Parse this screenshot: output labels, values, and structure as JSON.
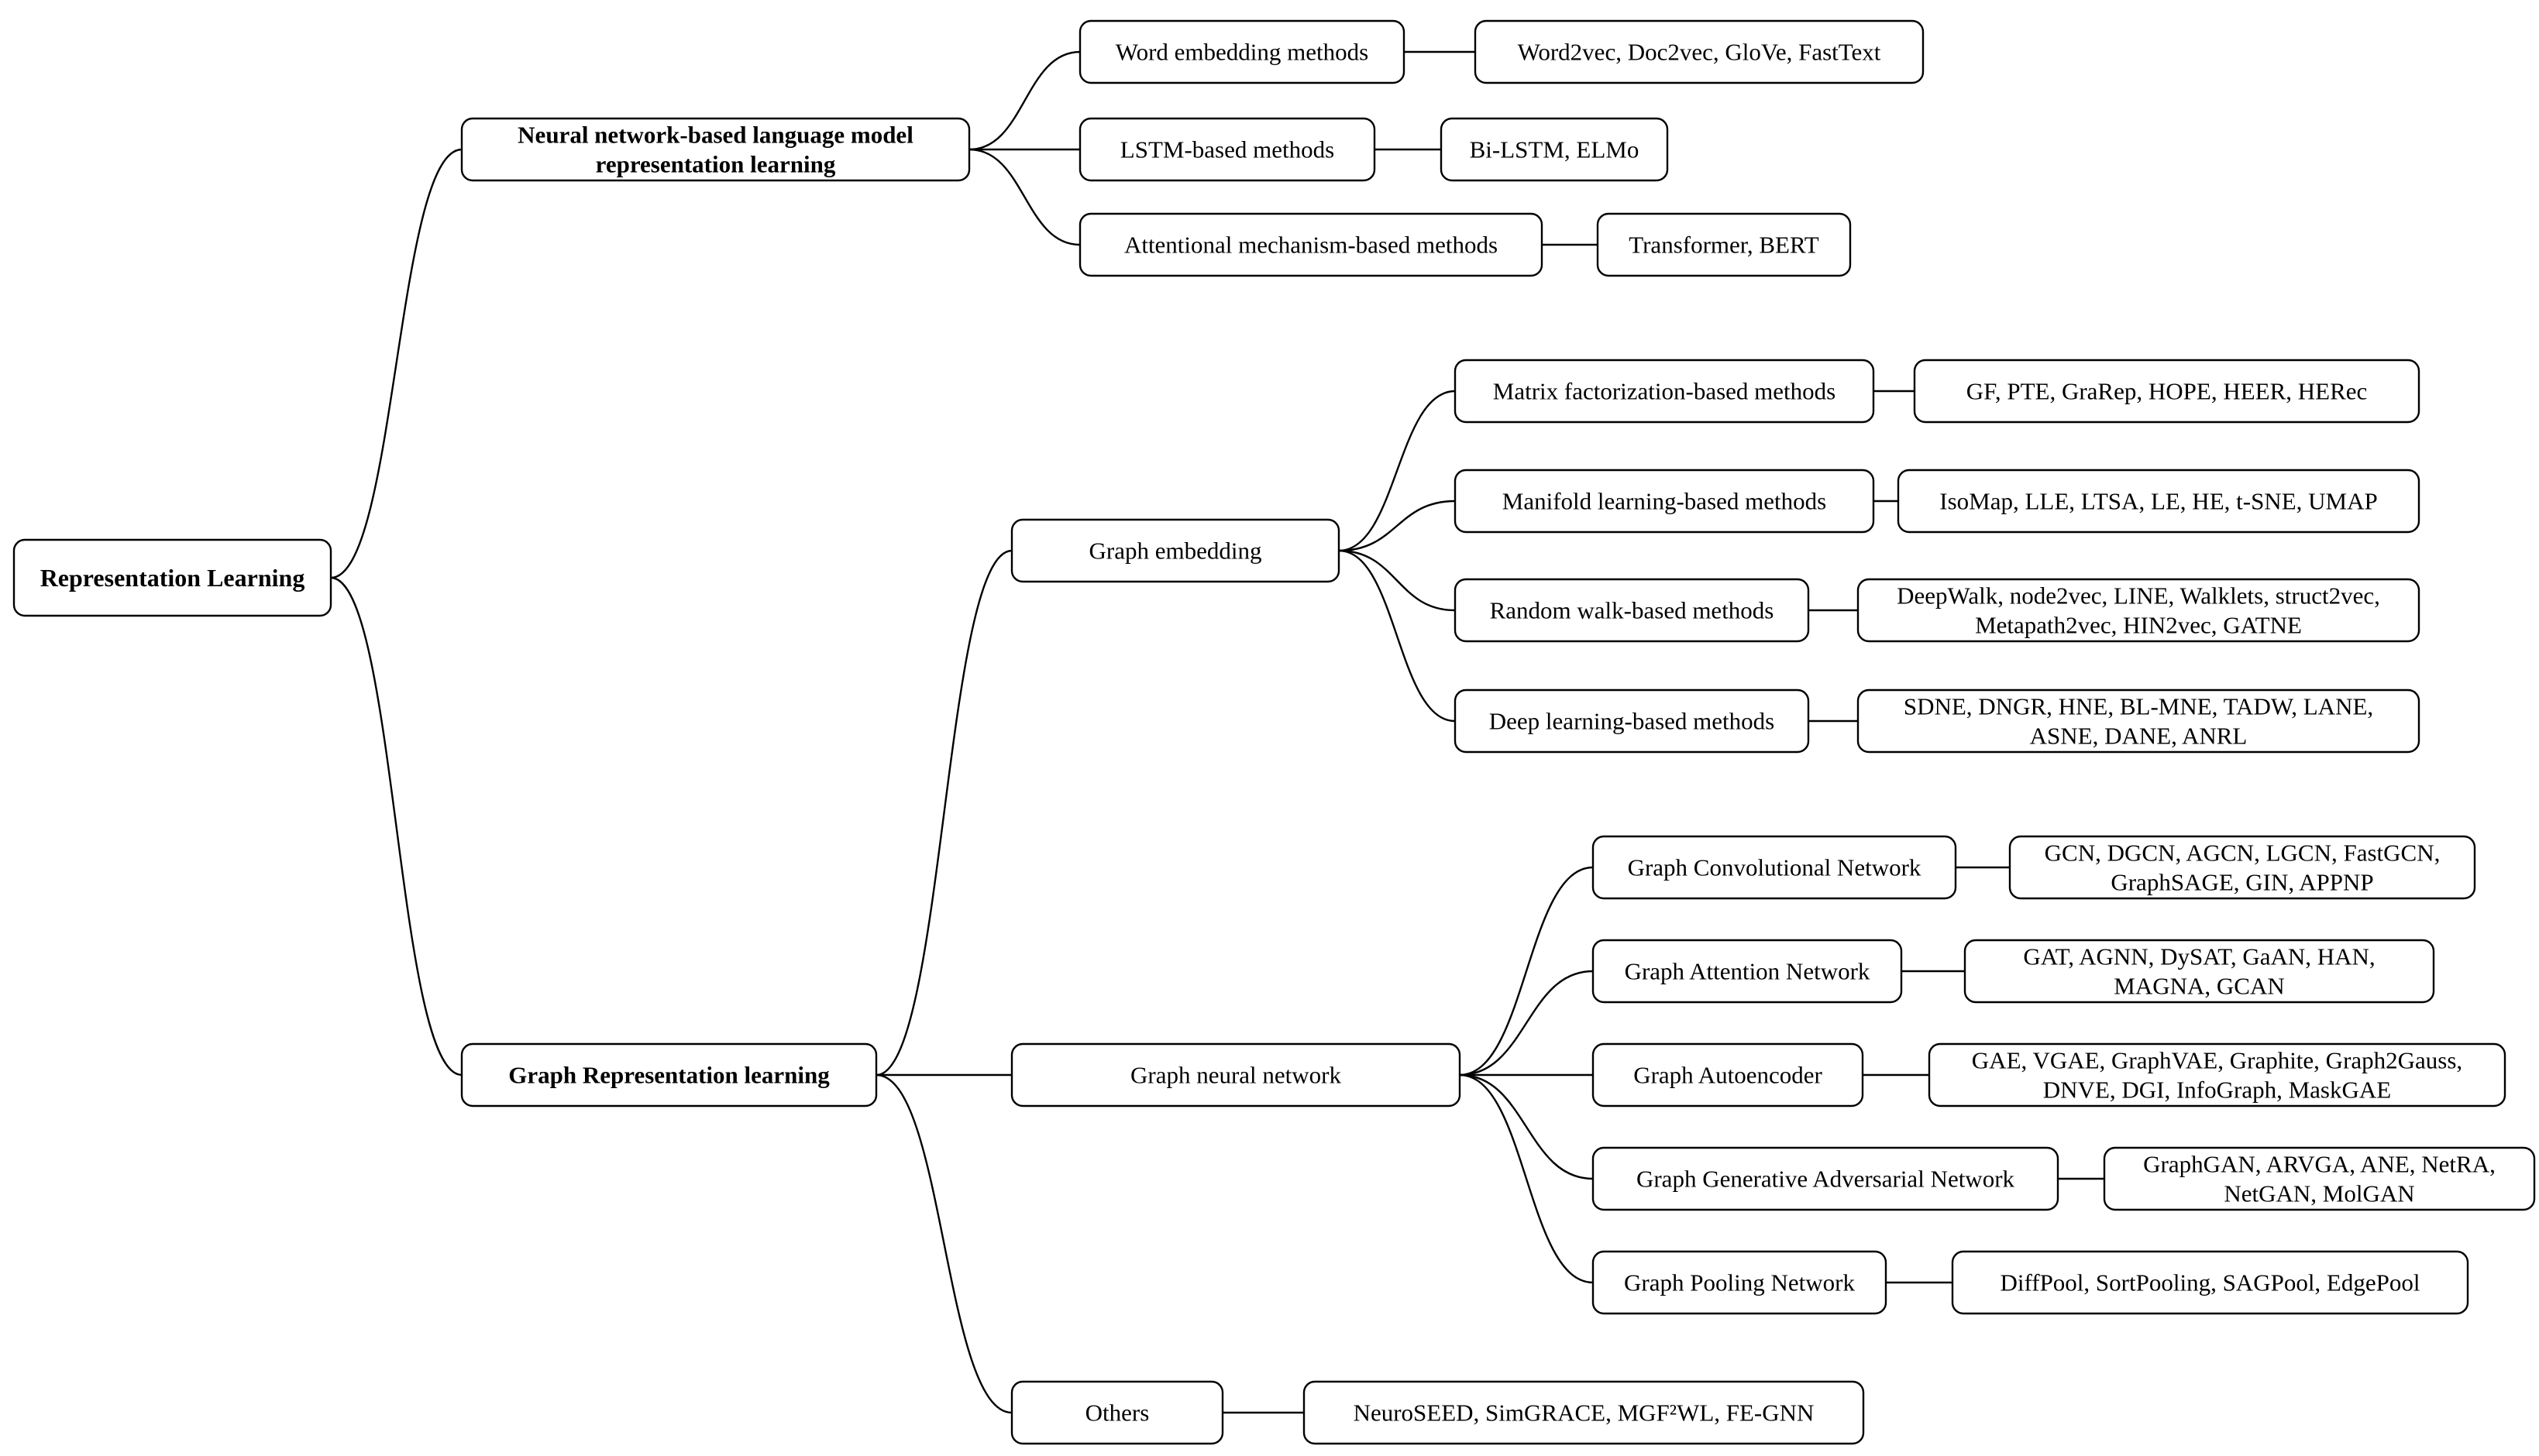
{
  "root": "Representation Learning",
  "branches": [
    {
      "label": [
        "Neural network-based language model",
        "representation learning"
      ],
      "bold": true,
      "children": [
        {
          "label": "Word embedding methods",
          "examples": [
            "Word2vec, Doc2vec, GloVe, FastText"
          ]
        },
        {
          "label": "LSTM-based methods",
          "examples": [
            "Bi-LSTM, ELMo"
          ]
        },
        {
          "label": "Attentional mechanism-based methods",
          "examples": [
            "Transformer, BERT"
          ]
        }
      ]
    },
    {
      "label": [
        "Graph Representation learning"
      ],
      "bold": true,
      "children": [
        {
          "label": "Graph embedding",
          "children": [
            {
              "label": "Matrix factorization-based methods",
              "examples": [
                "GF, PTE, GraRep, HOPE, HEER, HERec"
              ]
            },
            {
              "label": "Manifold learning-based methods",
              "examples": [
                "IsoMap, LLE, LTSA, LE, HE, t-SNE, UMAP"
              ]
            },
            {
              "label": "Random walk-based methods",
              "examples": [
                "DeepWalk, node2vec, LINE, Walklets, struct2vec,",
                "Metapath2vec, HIN2vec, GATNE"
              ]
            },
            {
              "label": "Deep learning-based methods",
              "examples": [
                "SDNE, DNGR, HNE, BL-MNE, TADW, LANE,",
                "ASNE, DANE, ANRL"
              ]
            }
          ]
        },
        {
          "label": "Graph neural network",
          "children": [
            {
              "label": "Graph Convolutional Network",
              "examples": [
                "GCN, DGCN, AGCN, LGCN, FastGCN,",
                "GraphSAGE, GIN, APPNP"
              ]
            },
            {
              "label": "Graph Attention Network",
              "examples": [
                "GAT, AGNN, DySAT, GaAN, HAN,",
                "MAGNA, GCAN"
              ]
            },
            {
              "label": "Graph Autoencoder",
              "examples": [
                "GAE, VGAE, GraphVAE, Graphite, Graph2Gauss,",
                "DNVE, DGI, InfoGraph, MaskGAE"
              ]
            },
            {
              "label": "Graph Generative Adversarial Network",
              "examples": [
                "GraphGAN, ARVGA, ANE, NetRA,",
                "NetGAN, MolGAN"
              ]
            },
            {
              "label": "Graph Pooling Network",
              "examples": [
                "DiffPool, SortPooling, SAGPool, EdgePool"
              ]
            }
          ]
        },
        {
          "label": "Others",
          "examples": [
            "NeuroSEED, SimGRACE, MGF²WL, FE-GNN"
          ]
        }
      ]
    }
  ]
}
